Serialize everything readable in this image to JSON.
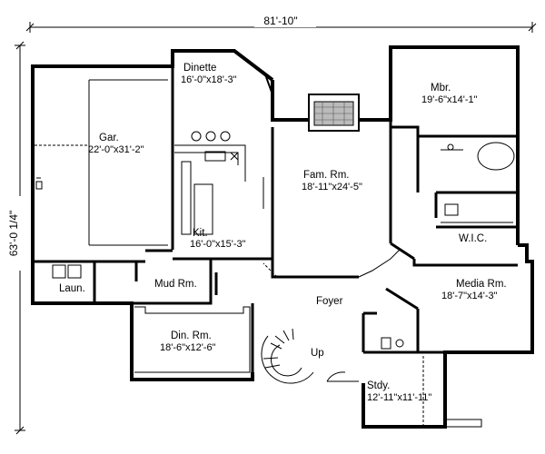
{
  "overall": {
    "width_dimension": "81'-10\"",
    "depth_dimension": "63'-0 1/4\""
  },
  "rooms": {
    "garage": {
      "name": "Gar.",
      "size": "22'-0\"x31'-2\""
    },
    "dinette": {
      "name": "Dinette",
      "size": "16'-0\"x18'-3\""
    },
    "master": {
      "name": "Mbr.",
      "size": "19'-6\"x14'-1\""
    },
    "family": {
      "name": "Fam. Rm.",
      "size": "18'-11\"x24'-5\""
    },
    "kitchen": {
      "name": "Kit.",
      "size": "16'-0\"x15'-3\""
    },
    "walkin": {
      "name": "W.I.C."
    },
    "laundry": {
      "name": "Laun."
    },
    "mudroom": {
      "name": "Mud Rm."
    },
    "media": {
      "name": "Media Rm.",
      "size": "18'-7\"x14'-3\""
    },
    "foyer": {
      "name": "Foyer"
    },
    "dining": {
      "name": "Din. Rm.",
      "size": "18'-6\"x12'-6\""
    },
    "stair": {
      "name": "Up"
    },
    "study": {
      "name": "Stdy.",
      "size": "12'-11\"x11'-11\""
    }
  }
}
